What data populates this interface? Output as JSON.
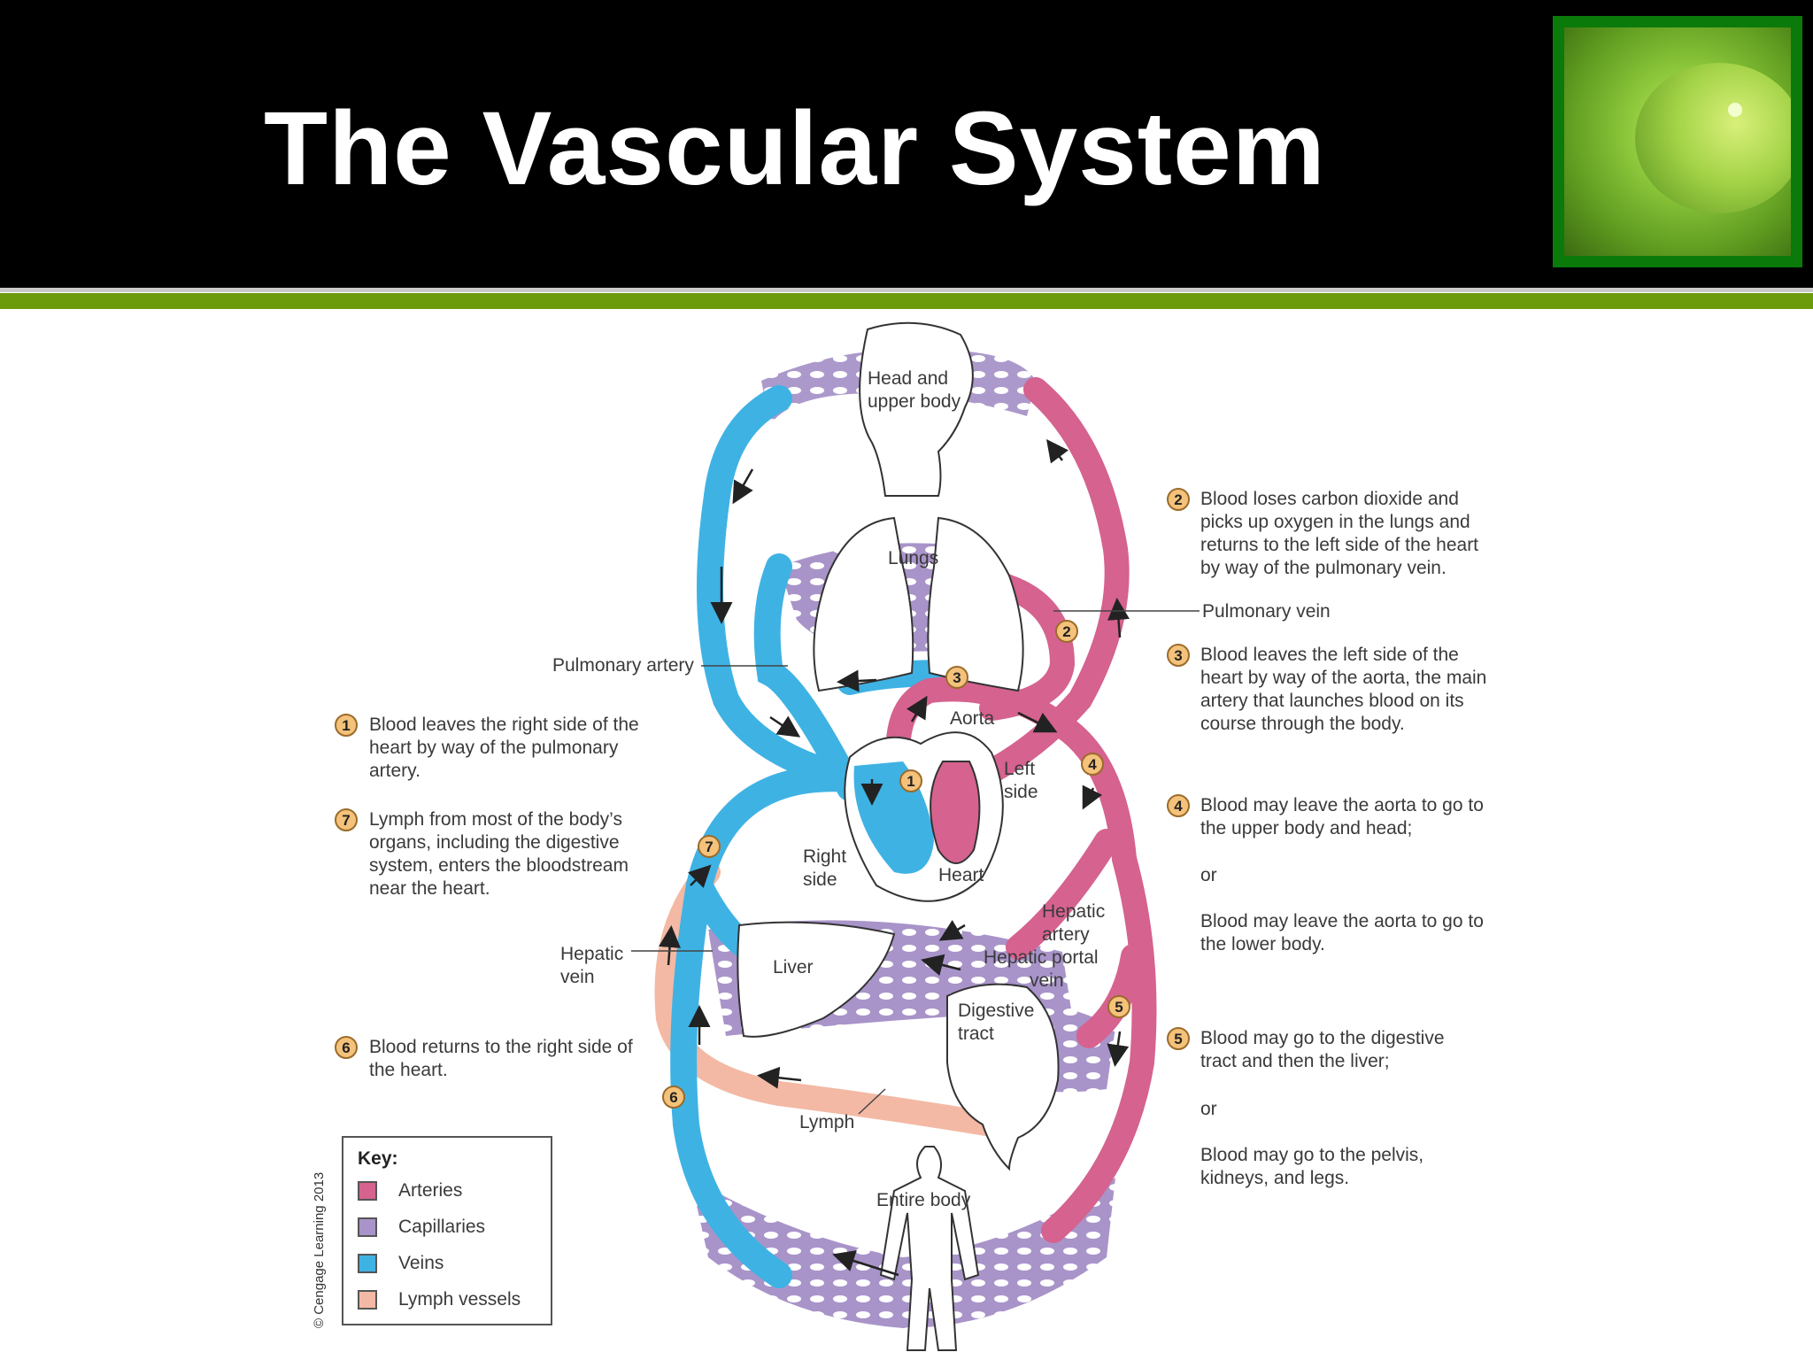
{
  "slide": {
    "title": "The Vascular System"
  },
  "colors": {
    "artery": "#d5628f",
    "capillary": "#a894c9",
    "vein": "#3fb2e4",
    "lymph": "#f3b9a4",
    "header": "#000000",
    "accent": "#6b9a0b"
  },
  "labels": {
    "head": "Head and",
    "head2": "upper body",
    "lungs": "Lungs",
    "pulmonary_artery": "Pulmonary artery",
    "pulmonary_vein": "Pulmonary vein",
    "aorta": "Aorta",
    "left_side_1": "Left",
    "left_side_2": "side",
    "right_side_1": "Right",
    "right_side_2": "side",
    "heart": "Heart",
    "hepatic_artery_1": "Hepatic",
    "hepatic_artery_2": "artery",
    "hepatic_vein_1": "Hepatic",
    "hepatic_vein_2": "vein",
    "hepatic_portal_1": "Hepatic portal",
    "hepatic_portal_2": "vein",
    "liver": "Liver",
    "digestive_1": "Digestive",
    "digestive_2": "tract",
    "lymph": "Lymph",
    "entire_body": "Entire body"
  },
  "annotations": {
    "a1": "Blood leaves the right side of the heart by way of the pulmonary artery.",
    "a7": "Lymph from most of the body’s organs, including the digestive system, enters the bloodstream near the heart.",
    "a6": "Blood returns to the right side of the heart.",
    "a2": "Blood loses carbon dioxide and picks up oxygen in the lungs and returns to the left side of the heart by way of the pulmonary vein.",
    "a3": "Blood leaves the left side of the heart by way of the aorta, the main artery that launches blood on its course through the body.",
    "a4a": "Blood may leave the aorta to go to the upper body and head;",
    "a4or": "or",
    "a4b": "Blood may leave the aorta to go to the lower body.",
    "a5a": "Blood may go to the digestive tract and then the liver;",
    "a5or": "or",
    "a5b": "Blood may go to the pelvis, kidneys, and legs."
  },
  "badges": {
    "b1": "1",
    "b2": "2",
    "b3": "3",
    "b4": "4",
    "b5": "5",
    "b6": "6",
    "b7": "7"
  },
  "key": {
    "title": "Key:",
    "items": [
      {
        "label": "Arteries",
        "color": "#d5628f"
      },
      {
        "label": "Capillaries",
        "color": "#a894c9"
      },
      {
        "label": "Veins",
        "color": "#3fb2e4"
      },
      {
        "label": "Lymph vessels",
        "color": "#f3b9a4"
      }
    ]
  },
  "copyright": "© Cengage Learning 2013"
}
